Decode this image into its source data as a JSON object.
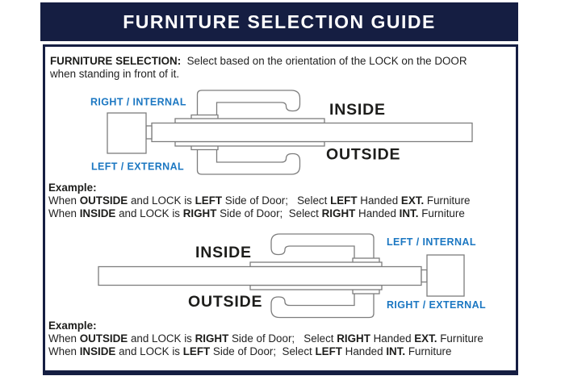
{
  "title": "FURNITURE SELECTION GUIDE",
  "intro": {
    "lead": "FURNITURE SELECTION:",
    "body": "  Select based on the orientation of the LOCK on the DOOR when standing in front of it."
  },
  "colors": {
    "navy": "#151e42",
    "label_blue": "#1b77c2",
    "line_gray": "#7d7d7d",
    "ink": "#1d1d1b"
  },
  "diagram_top": {
    "label_internal": "RIGHT / INTERNAL",
    "label_external": "LEFT / EXTERNAL",
    "label_inside": "INSIDE",
    "label_outside": "OUTSIDE"
  },
  "example_top": {
    "heading": "Example:",
    "line1": [
      {
        "text": "When ",
        "bold": false
      },
      {
        "text": "OUTSIDE",
        "bold": true
      },
      {
        "text": " and LOCK is ",
        "bold": false
      },
      {
        "text": "LEFT",
        "bold": true
      },
      {
        "text": " Side of Door;   Select ",
        "bold": false
      },
      {
        "text": "LEFT",
        "bold": true
      },
      {
        "text": " Handed ",
        "bold": false
      },
      {
        "text": "EXT.",
        "bold": true
      },
      {
        "text": " Furniture",
        "bold": false
      }
    ],
    "line2": [
      {
        "text": "When ",
        "bold": false
      },
      {
        "text": "INSIDE",
        "bold": true
      },
      {
        "text": " and LOCK is ",
        "bold": false
      },
      {
        "text": "RIGHT",
        "bold": true
      },
      {
        "text": " Side of Door;  Select ",
        "bold": false
      },
      {
        "text": "RIGHT",
        "bold": true
      },
      {
        "text": " Handed ",
        "bold": false
      },
      {
        "text": "INT.",
        "bold": true
      },
      {
        "text": " Furniture",
        "bold": false
      }
    ]
  },
  "diagram_bottom": {
    "label_internal": "LEFT / INTERNAL",
    "label_external": "RIGHT / EXTERNAL",
    "label_inside": "INSIDE",
    "label_outside": "OUTSIDE"
  },
  "example_bottom": {
    "heading": "Example:",
    "line1": [
      {
        "text": "When ",
        "bold": false
      },
      {
        "text": "OUTSIDE",
        "bold": true
      },
      {
        "text": " and LOCK is ",
        "bold": false
      },
      {
        "text": "RIGHT",
        "bold": true
      },
      {
        "text": " Side of Door;   Select ",
        "bold": false
      },
      {
        "text": "RIGHT",
        "bold": true
      },
      {
        "text": " Handed ",
        "bold": false
      },
      {
        "text": "EXT.",
        "bold": true
      },
      {
        "text": " Furniture",
        "bold": false
      }
    ],
    "line2": [
      {
        "text": "When ",
        "bold": false
      },
      {
        "text": "INSIDE",
        "bold": true
      },
      {
        "text": " and LOCK is ",
        "bold": false
      },
      {
        "text": "LEFT",
        "bold": true
      },
      {
        "text": " Side of Door;  Select ",
        "bold": false
      },
      {
        "text": "LEFT",
        "bold": true
      },
      {
        "text": " Handed ",
        "bold": false
      },
      {
        "text": "INT.",
        "bold": true
      },
      {
        "text": " Furniture",
        "bold": false
      }
    ]
  }
}
